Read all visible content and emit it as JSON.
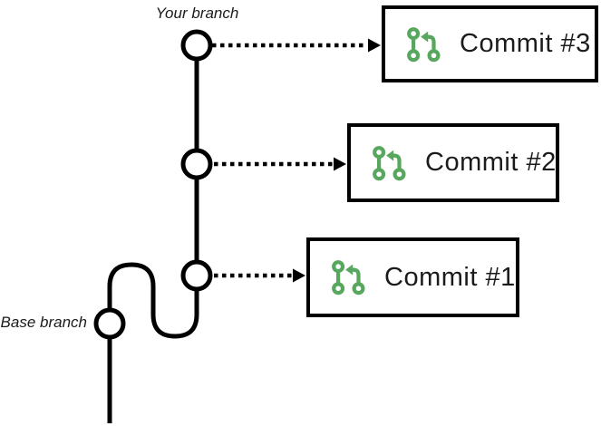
{
  "diagram": {
    "title": "git-branch-commits-diagram",
    "your_branch_label": "Your branch",
    "base_branch_label": "Base branch",
    "commits": [
      {
        "label": "Commit #3",
        "icon": "git-pull-request-icon"
      },
      {
        "label": "Commit #2",
        "icon": "git-pull-request-icon"
      },
      {
        "label": "Commit #1",
        "icon": "git-pull-request-icon"
      }
    ],
    "nodes": {
      "your_branch_commit_count": 3,
      "base_branch_commit_count": 1
    },
    "colors": {
      "line": "#000000",
      "box_border": "#000000",
      "box_background": "#ffffff",
      "icon_green": "#58a75e",
      "text": "#1b1b1b"
    }
  }
}
